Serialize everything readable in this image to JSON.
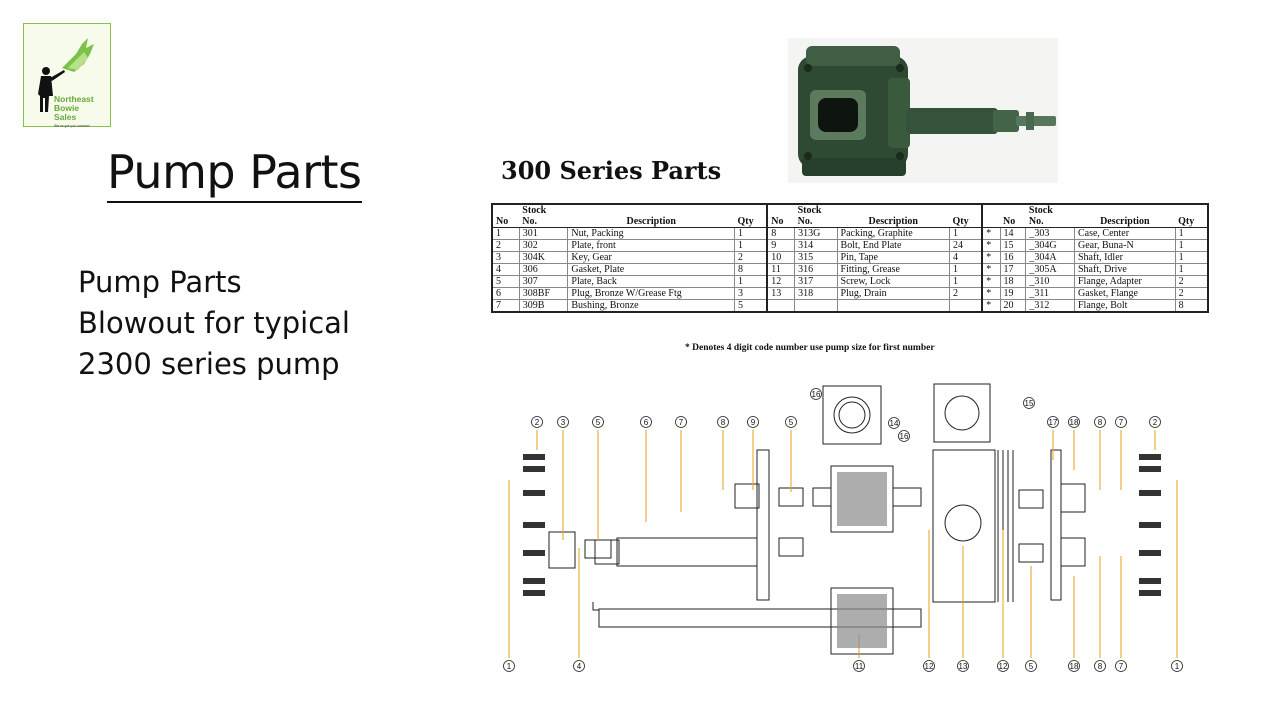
{
  "logo": {
    "line1": "Northeast",
    "line2": "Bowie",
    "line3": "Sales",
    "tagline": "We've got you covered"
  },
  "title": "Pump Parts",
  "body_lines": [
    "Pump Parts",
    "Blowout for typical",
    "2300 series  pump"
  ],
  "heading": "300 Series Parts",
  "table": {
    "headers": {
      "stock": "Stock",
      "no": "No",
      "stock_no": "No.",
      "description": "Description",
      "qty": "Qty"
    },
    "rows": [
      {
        "a": [
          "1",
          "301",
          "Nut, Packing",
          "1"
        ],
        "b": [
          "8",
          "313G",
          "Packing, Graphite",
          "1"
        ],
        "c": [
          "*",
          "14",
          "_303",
          "Case, Center",
          "1"
        ]
      },
      {
        "a": [
          "2",
          "302",
          "Plate, front",
          "1"
        ],
        "b": [
          "9",
          "314",
          "Bolt, End Plate",
          "24"
        ],
        "c": [
          "*",
          "15",
          "_304G",
          "Gear, Buna-N",
          "1"
        ]
      },
      {
        "a": [
          "3",
          "304K",
          "Key, Gear",
          "2"
        ],
        "b": [
          "10",
          "315",
          "Pin, Tape",
          "4"
        ],
        "c": [
          "*",
          "16",
          "_304A",
          "Shaft, Idler",
          "1"
        ]
      },
      {
        "a": [
          "4",
          "306",
          "Gasket, Plate",
          "8"
        ],
        "b": [
          "11",
          "316",
          "Fitting, Grease",
          "1"
        ],
        "c": [
          "*",
          "17",
          "_305A",
          "Shaft, Drive",
          "1"
        ]
      },
      {
        "a": [
          "5",
          "307",
          "Plate, Back",
          "1"
        ],
        "b": [
          "12",
          "317",
          "Screw, Lock",
          "1"
        ],
        "c": [
          "*",
          "18",
          "_310",
          "Flange, Adapter",
          "2"
        ]
      },
      {
        "a": [
          "6",
          "308BF",
          "Plug, Bronze W/Grease Ftg",
          "3"
        ],
        "b": [
          "13",
          "318",
          "Plug, Drain",
          "2"
        ],
        "c": [
          "*",
          "19",
          "_311",
          "Gasket, Flange",
          "2"
        ]
      },
      {
        "a": [
          "7",
          "309B",
          "Bushing, Bronze",
          "5"
        ],
        "b": [
          "",
          "",
          "",
          ""
        ],
        "c": [
          "*",
          "20",
          "_312",
          "Flange, Bolt",
          "8"
        ]
      }
    ]
  },
  "footnote": "* Denotes 4 digit code number use pump size for first number",
  "diagram": {
    "callouts_top": [
      "16",
      "15",
      "14",
      "16",
      "2",
      "3",
      "5",
      "6",
      "7",
      "8",
      "9",
      "5",
      "17",
      "18",
      "8",
      "7",
      "2"
    ],
    "callouts_bottom": [
      "1",
      "4",
      "11",
      "12",
      "13",
      "12",
      "5",
      "18",
      "8",
      "7",
      "1"
    ]
  },
  "colors": {
    "logo_green": "#6aa83a",
    "pump_green": "#2f4a33",
    "leader_orange": "#e9a21a"
  }
}
